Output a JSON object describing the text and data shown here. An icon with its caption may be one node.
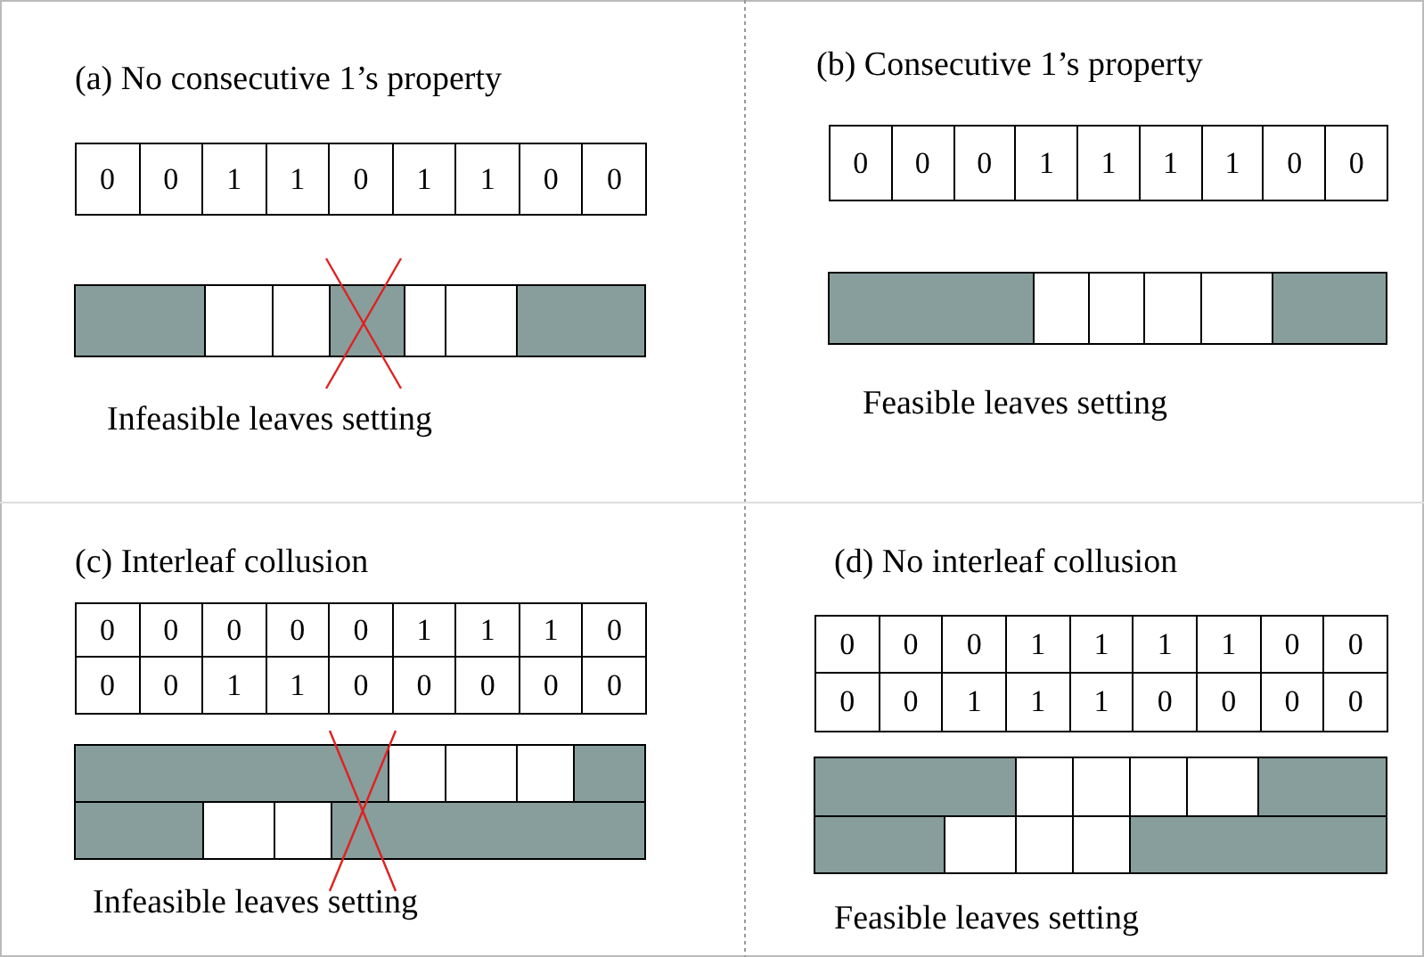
{
  "diagram": {
    "labels": [
      "(a)  No consecutive  1’s  property",
      "0",
      "0",
      "1",
      "1",
      "0",
      "1",
      "1",
      "0",
      "0",
      "Infeasible leaves setting",
      "(b)  Consecutive  1’s property",
      "0",
      "0",
      "0",
      "1",
      "1",
      "1",
      "1",
      "0",
      "0",
      "Feasible leaves setting",
      "(c)  Interleaf collusion",
      "0",
      "0",
      "0",
      "0",
      "0",
      "1",
      "1",
      "1",
      "0",
      "0",
      "0",
      "1",
      "1",
      "0",
      "0",
      "0",
      "0",
      "0",
      "Infeasible leaves setting",
      "(d)  No  interleaf collusion",
      "0",
      "0",
      "0",
      "1",
      "1",
      "1",
      "1",
      "0",
      "0",
      "0",
      "0",
      "1",
      "1",
      "1",
      "0",
      "0",
      "0",
      "0",
      "Feasible leaves setting"
    ]
  }
}
